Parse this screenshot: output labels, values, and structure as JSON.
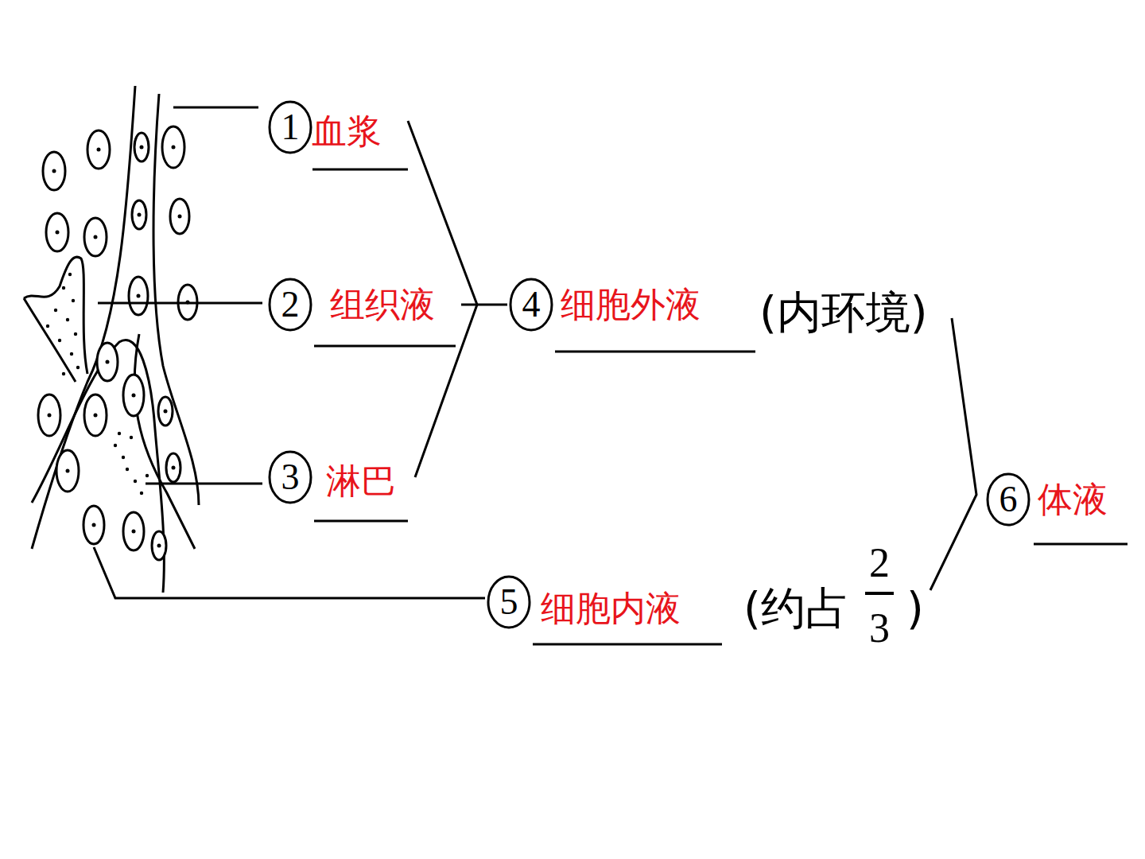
{
  "diagram": {
    "labels": [
      "1",
      "血浆",
      "2",
      "组织液",
      "3",
      "淋巴",
      "4",
      "细胞外液",
      "(内环境)",
      "5",
      "细胞内液",
      "(约占",
      "2",
      "3",
      ")",
      "6",
      "体液"
    ]
  }
}
